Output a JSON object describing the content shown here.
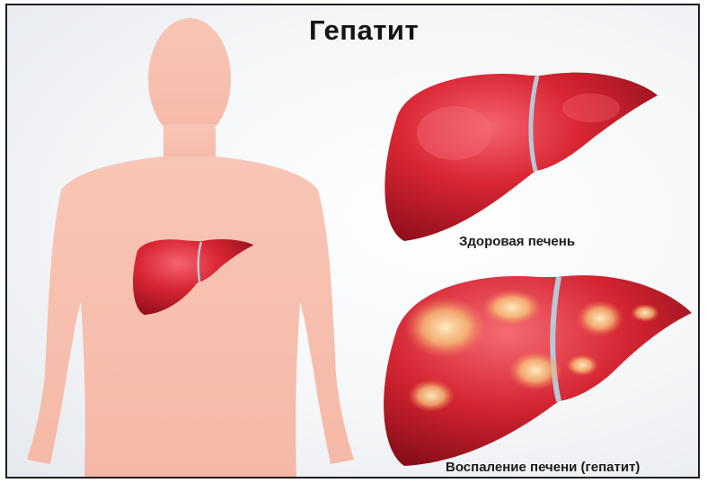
{
  "title": "Гепатит",
  "labels": {
    "healthy": "Здоровая печень",
    "inflamed": "Воспаление печени (гепатит)"
  },
  "colors": {
    "body_silhouette": "#f7c3b3",
    "liver_main": "#d32330",
    "liver_dark": "#8e0f1a",
    "liver_highlight": "#f5707a",
    "inflammation": "#f9e3a0",
    "ligament": "#b9c7d6"
  }
}
